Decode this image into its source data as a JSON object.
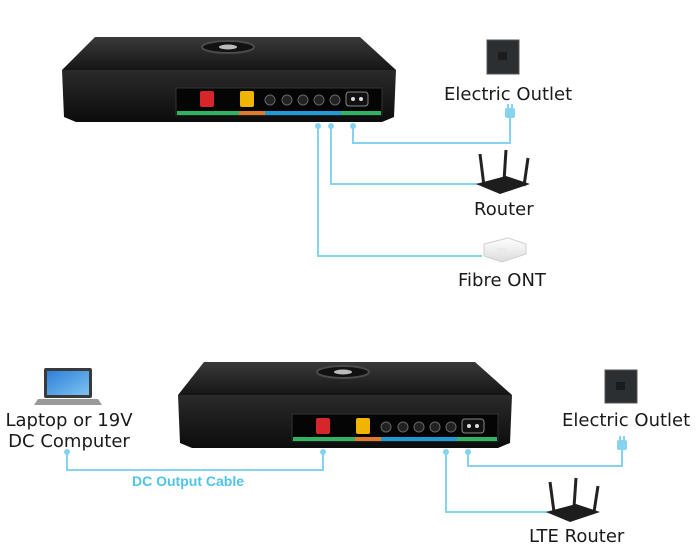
{
  "top": {
    "labels": {
      "outlet": "Electric Outlet",
      "router": "Router",
      "ont": "Fibre ONT"
    }
  },
  "bottom": {
    "labels": {
      "laptop_line1": "Laptop or 19V",
      "laptop_line2": "DC Computer",
      "outlet": "Electric Outlet",
      "router": "LTE Router",
      "cable": "DC Output Cable"
    }
  },
  "colors": {
    "cable": "#86d3ef",
    "port_bar_green": "#2fb463",
    "port_bar_blue": "#1e9ad6",
    "port_bar_orange": "#e07b2d",
    "port_red": "#d7262a",
    "port_yellow": "#f0b500"
  }
}
